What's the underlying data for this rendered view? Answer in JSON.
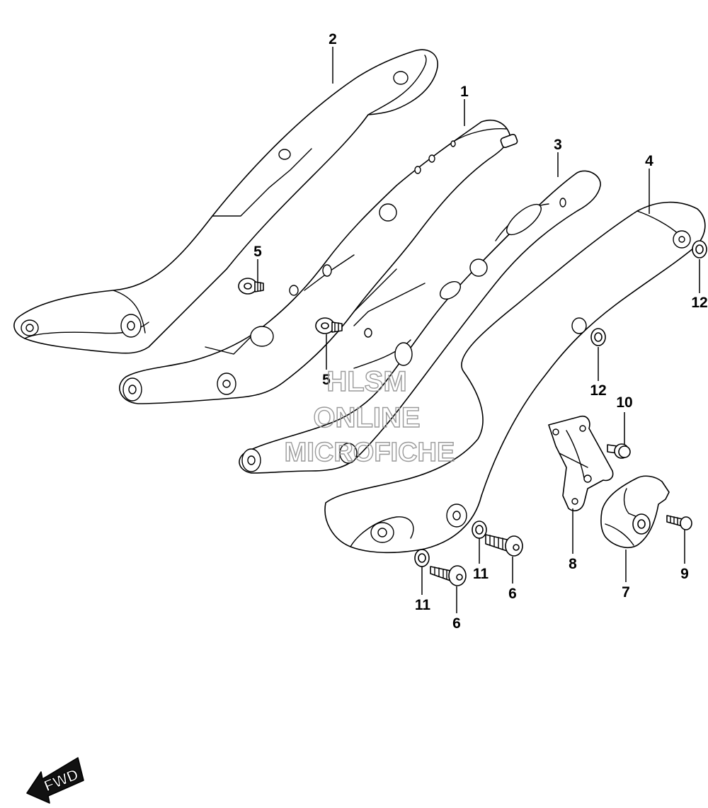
{
  "callouts": {
    "c1": "1",
    "c2": "2",
    "c3": "3",
    "c4": "4",
    "c5a": "5",
    "c5b": "5",
    "c6a": "6",
    "c6b": "6",
    "c7": "7",
    "c8": "8",
    "c9": "9",
    "c10": "10",
    "c11a": "11",
    "c11b": "11",
    "c12a": "12",
    "c12b": "12"
  },
  "watermark": {
    "line1": "HLSM",
    "line2": "ONLINE",
    "line3": "MICROFICHE"
  },
  "direction_badge": {
    "label": "FWD"
  }
}
